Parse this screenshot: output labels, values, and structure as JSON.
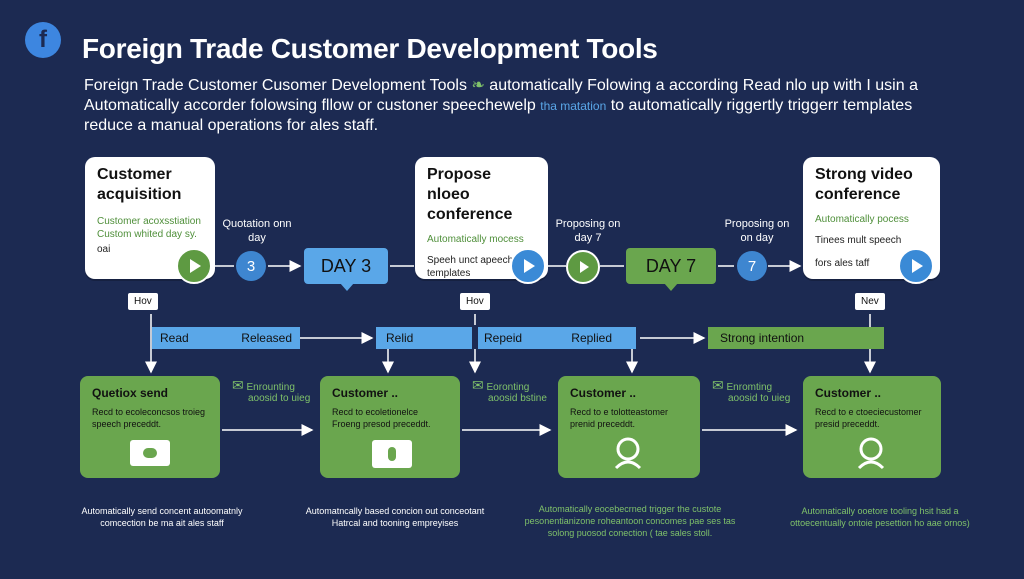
{
  "header": {
    "logo_glyph": "f",
    "title": "Foreign Trade Customer Development Tools",
    "desc_line1_a": "Foreign Trade Customer Cusomer Development Tools",
    "desc_line1_b": "automatically Folowing a according Read nlo up with I usin a",
    "desc_line2_a": "Automatically accorder folowsing fllow or custoner speechewelp",
    "desc_line2_b": "tha matation",
    "desc_line2_c": "to automatically riggertly triggerr templates",
    "desc_line3": "reduce a manual operations for ales staff."
  },
  "cards": [
    {
      "title": "Customer acquisition",
      "green": "Customer acoxsstiation Custom whited day sy.",
      "body": "oai"
    },
    {
      "title": "Propose nloeo conference",
      "green": "Automatically mocess",
      "body": "Speeh unct apeech templates"
    },
    {
      "title": "Strong video conference",
      "green": "Automatically pocess",
      "body": "Tinees mult speech",
      "body2": "fors ales taff"
    }
  ],
  "steps": [
    {
      "label": "Quotation onn day",
      "number": "3",
      "day": "DAY 3"
    },
    {
      "label": "Proposing on day 7",
      "number": "",
      "day": "DAY 7"
    },
    {
      "label": "Proposing on on day",
      "number": "7"
    }
  ],
  "tags": [
    "Hov",
    "Hov",
    "Nev"
  ],
  "bars": [
    {
      "left": "Read",
      "right": "Released"
    },
    {
      "left": "Relid"
    },
    {
      "left": "Repeid",
      "right": "Replied"
    },
    {
      "left": "Strong intention"
    }
  ],
  "mid_labels": [
    {
      "l1": "Enrounting",
      "l2": "aoosid to uieg"
    },
    {
      "l1": "Eoronting",
      "l2": "aoosid bstine"
    },
    {
      "l1": "Enromting",
      "l2": "aoosid to uieg"
    }
  ],
  "green_cards": [
    {
      "title": "Quetiox send",
      "body": "Recd to ecoleconcsos troieg speech preceddt."
    },
    {
      "title": "Customer ..",
      "body": "Recd to ecoletionelce Froeng presod preceddt."
    },
    {
      "title": "Customer ..",
      "body": "Recd to e tolotteastomer prenid preceddt."
    },
    {
      "title": "Customer ..",
      "body": "Recd to e ctoeciecustomer presid preceddt."
    }
  ],
  "footers": [
    {
      "l1": "Automatically send concent autoomatnly",
      "l2": "comcection be ma ait ales staff"
    },
    {
      "l1": "Automatncally based concion out conceotant",
      "l2": "Hatrcal and tooning empreyises"
    },
    {
      "l1": "Automatically eocebecrned trigger the custote",
      "l2": "pesonentianizone roheantoon concomes pae ses tas",
      "l3": "solong puosod conection ( tae sales stoll."
    },
    {
      "l1": "Automatically ooetore tooling hsit had a",
      "l2": "ottoecentually ontoie pesettion ho aae ornos)"
    }
  ],
  "colors": {
    "background": "#1c2a52",
    "blue": "#5aa7e8",
    "green": "#6aa64e",
    "card": "#ffffff"
  }
}
